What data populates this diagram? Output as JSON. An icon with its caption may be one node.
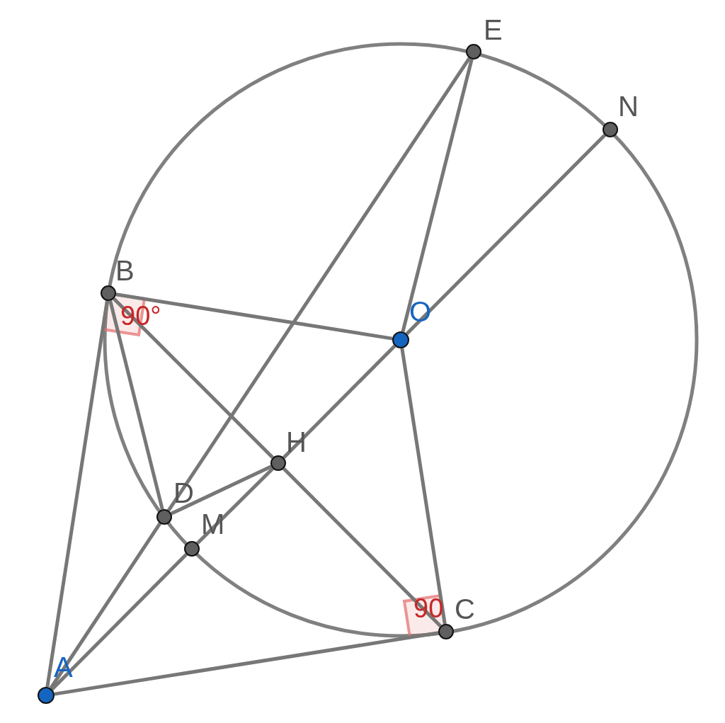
{
  "diagram": {
    "nodes": [
      {
        "text": [
          "E"
        ]
      },
      {
        "text": [
          "N"
        ]
      },
      {
        "text": [
          "B"
        ]
      },
      {
        "text": [
          "O"
        ]
      },
      {
        "text": [
          "H"
        ]
      },
      {
        "text": [
          "D"
        ]
      },
      {
        "text": [
          "M"
        ]
      },
      {
        "text": [
          "C"
        ]
      },
      {
        "text": [
          "A"
        ]
      }
    ],
    "edges": [
      {
        "from": 8,
        "to": 2,
        "arrow": "none"
      },
      {
        "from": 8,
        "to": 7,
        "arrow": "none"
      },
      {
        "from": 8,
        "to": 5,
        "arrow": "none"
      },
      {
        "from": 5,
        "to": 0,
        "arrow": "none"
      },
      {
        "from": 8,
        "to": 6,
        "arrow": "none"
      },
      {
        "from": 6,
        "to": 4,
        "arrow": "none"
      },
      {
        "from": 4,
        "to": 3,
        "arrow": "none"
      },
      {
        "from": 3,
        "to": 1,
        "arrow": "none"
      },
      {
        "from": 3,
        "to": 0,
        "arrow": "none"
      },
      {
        "from": 2,
        "to": 3,
        "arrow": "none"
      },
      {
        "from": 2,
        "to": 4,
        "arrow": "none"
      },
      {
        "from": 4,
        "to": 7,
        "arrow": "none"
      },
      {
        "from": 3,
        "to": 7,
        "arrow": "none"
      },
      {
        "from": 2,
        "to": 5,
        "arrow": "none"
      },
      {
        "from": 5,
        "to": 4,
        "arrow": "none"
      }
    ],
    "labels": [
      "90°",
      "90"
    ]
  }
}
